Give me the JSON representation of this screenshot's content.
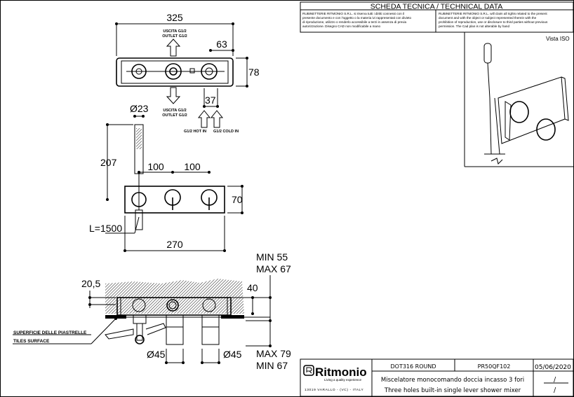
{
  "header": {
    "title": "SCHEDA TECNICA / TECHNICAL DATA",
    "notice_it": [
      "RUBINETTERIE RITMONIO S.R.L. si riserva tutti i diritti connessi con il",
      "presente documento e con l'oggetto o la materia ivi rappresentati con divieto",
      "di riproduzione, utilizzo o renderlo accessibile a terzi in assenza di previa",
      "autorizzazione. Disegno CAD non modificabile a mano"
    ],
    "notice_en": [
      "RUBINETTERIE RITMONIO S.R.L. will claim all rights related to the present",
      "document and with the object or subject represented therein with the",
      "prohibition  of reproduction, use or disclosure to third parties without previous",
      "permission.  The Cad plan is not alterable by hand"
    ]
  },
  "iso_view": {
    "label": "Vista ISO"
  },
  "top_view": {
    "width": "325",
    "offset": "63",
    "height": "78",
    "inlet_spacing": "37",
    "outlet_top": [
      "USCITA G1/2",
      "OUTLET G1/2"
    ],
    "outlet_bottom": [
      "USCITA G1/2",
      "OUTLET G1/2"
    ],
    "hot_in": "G1/2 HOT IN",
    "cold_in": "G1/2 COLD IN"
  },
  "front_view": {
    "diameter": "Ø23",
    "hose_height": "207",
    "spacing_1": "100",
    "spacing_2": "100",
    "plate_height": "70",
    "hose_length": "L=1500",
    "plate_width": "270"
  },
  "section_view": {
    "depth_min_max_top": [
      "MIN 55",
      "MAX 67"
    ],
    "offset": "20,5",
    "depth": "40",
    "tiles_label": [
      "SUPERFICIE DELLE PIASTRELLE",
      "TILES SURFACE"
    ],
    "diameter_left": "Ø45",
    "diameter_right": "Ø45",
    "depth_min_max_bottom": [
      "MAX 79",
      "MIN 67"
    ]
  },
  "title_block": {
    "brand": "Ritmonio",
    "tagline": "Living a quality experience",
    "address": "13019 VARALLO - (VC) - ITALY",
    "series": "DOT316  ROUND",
    "code": "PR50QF102",
    "date": "05/06/2020",
    "description_it": "Miscelatore monocomando doccia incasso 3 fori",
    "description_en": "Three holes built-in single lever shower mixer",
    "revision_1": "/",
    "revision_2": "/"
  }
}
